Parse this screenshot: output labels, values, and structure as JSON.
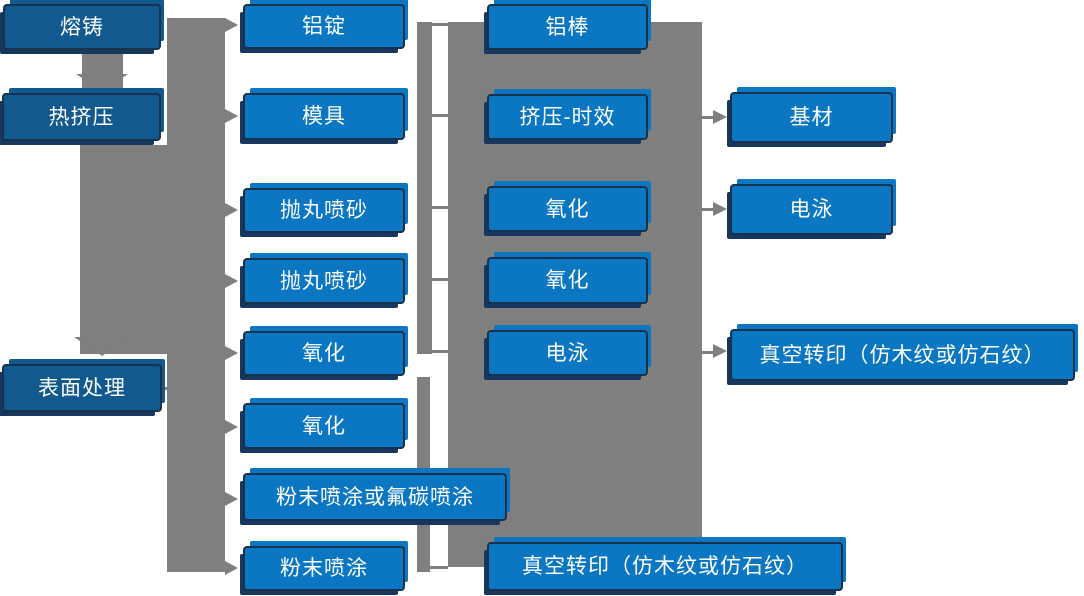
{
  "palette": {
    "box_blue": "#0b76c2",
    "box_dark_blue": "#11598e",
    "box_border": "#17324a",
    "box_shadow_navy": "#17375e",
    "connector_gray": "#7f7f7f",
    "text_white": "#ffffff"
  },
  "diagram_type": "aluminum-profile-production-flowchart",
  "nodes": {
    "melting": {
      "label": "熔铸"
    },
    "hot_extrusion": {
      "label": "热挤压"
    },
    "surface_treatment": {
      "label": "表面处理"
    },
    "aluminum_ingot": {
      "label": "铝锭"
    },
    "mold": {
      "label": "模具"
    },
    "shot_blasting_1": {
      "label": "抛丸喷砂"
    },
    "shot_blasting_2": {
      "label": "抛丸喷砂"
    },
    "oxidation_1": {
      "label": "氧化"
    },
    "oxidation_2": {
      "label": "氧化"
    },
    "powder_or_fluorocarbon": {
      "label": "粉末喷涂或氟碳喷涂"
    },
    "powder_coating": {
      "label": "粉末喷涂"
    },
    "aluminum_rod": {
      "label": "铝棒"
    },
    "extrusion_aging": {
      "label": "挤压-时效"
    },
    "oxidation_3": {
      "label": "氧化"
    },
    "oxidation_4": {
      "label": "氧化"
    },
    "electrophoresis_1": {
      "label": "电泳"
    },
    "vacuum_transfer_bottom": {
      "label": "真空转印（仿木纹或仿石纹）"
    },
    "base_material": {
      "label": "基材"
    },
    "electrophoresis_2": {
      "label": "电泳"
    },
    "vacuum_transfer_right": {
      "label": "真空转印（仿木纹或仿石纹）"
    }
  },
  "edges": {
    "main_chain": [
      "melting",
      "hot_extrusion",
      "surface_treatment"
    ],
    "trunk_branches": [
      "aluminum_ingot",
      "mold",
      "shot_blasting_1",
      "shot_blasting_2",
      "oxidation_1",
      "oxidation_2",
      "powder_or_fluorocarbon",
      "powder_coating"
    ],
    "middle_bracket_links": [
      "aluminum_rod",
      "extrusion_aging",
      "oxidation_3",
      "oxidation_4",
      "electrophoresis_1",
      "vacuum_transfer_bottom"
    ],
    "output_arrows": [
      {
        "from": "extrusion_aging",
        "to": "base_material"
      },
      {
        "from": "oxidation_3",
        "to": "electrophoresis_2"
      },
      {
        "from": "electrophoresis_1",
        "to": "vacuum_transfer_right"
      }
    ]
  }
}
